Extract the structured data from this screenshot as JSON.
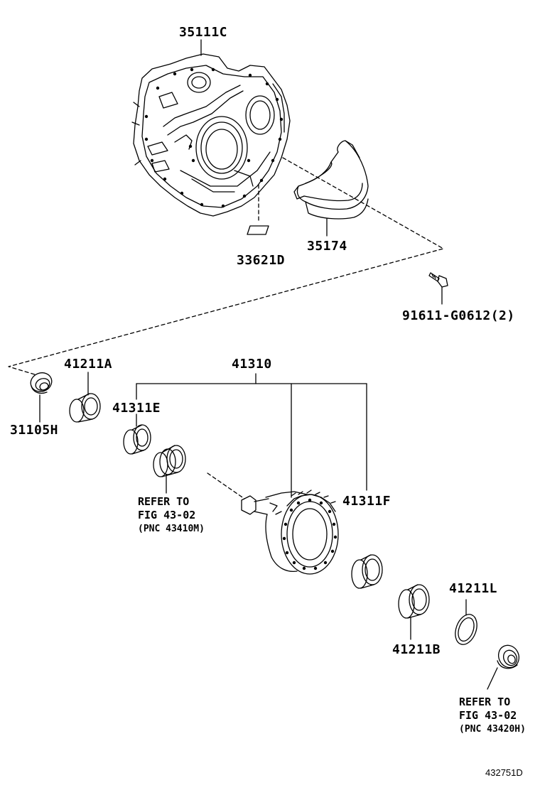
{
  "diagram": {
    "illustration_ref": "432751D",
    "parts": [
      {
        "key": "case",
        "number": "35111C"
      },
      {
        "key": "plate",
        "number": "33621D"
      },
      {
        "key": "plate_cover",
        "number": "35174"
      },
      {
        "key": "bolt",
        "number": "91611-G0612(2)"
      },
      {
        "key": "oil_seal",
        "number": "31105H"
      },
      {
        "key": "bearing_a",
        "number": "41211A"
      },
      {
        "key": "kit",
        "number": "41310"
      },
      {
        "key": "bearing_e",
        "number": "41311E"
      },
      {
        "key": "bearing_f",
        "number": "41311F"
      },
      {
        "key": "bearing_b",
        "number": "41211B"
      },
      {
        "key": "shim_l",
        "number": "41211L"
      }
    ],
    "notes": [
      {
        "key": "refer_1",
        "lines": [
          "REFER TO",
          "FIG 43-02",
          "(PNC 43410M)"
        ]
      },
      {
        "key": "refer_2",
        "lines": [
          "REFER TO",
          "FIG 43-02",
          "(PNC 43420H)"
        ]
      }
    ]
  }
}
